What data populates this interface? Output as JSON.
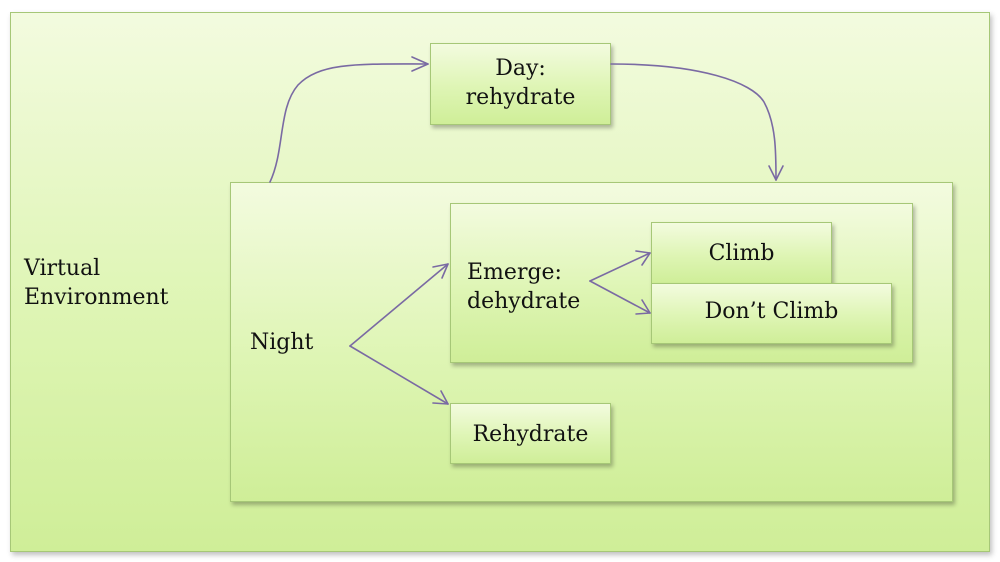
{
  "environment": {
    "label_line1": "Virtual",
    "label_line2": "Environment"
  },
  "night": {
    "label": "Night"
  },
  "day": {
    "label_line1": "Day:",
    "label_line2": "rehydrate"
  },
  "emerge": {
    "label_line1": "Emerge:",
    "label_line2": "dehydrate"
  },
  "climb": {
    "label": "Climb"
  },
  "dont_climb": {
    "label": "Don’t Climb"
  },
  "rehydrate": {
    "label": "Rehydrate"
  },
  "colors": {
    "box_fill": "#def5b4",
    "box_border": "#a6c777",
    "arrow": "#7a6aa3"
  }
}
